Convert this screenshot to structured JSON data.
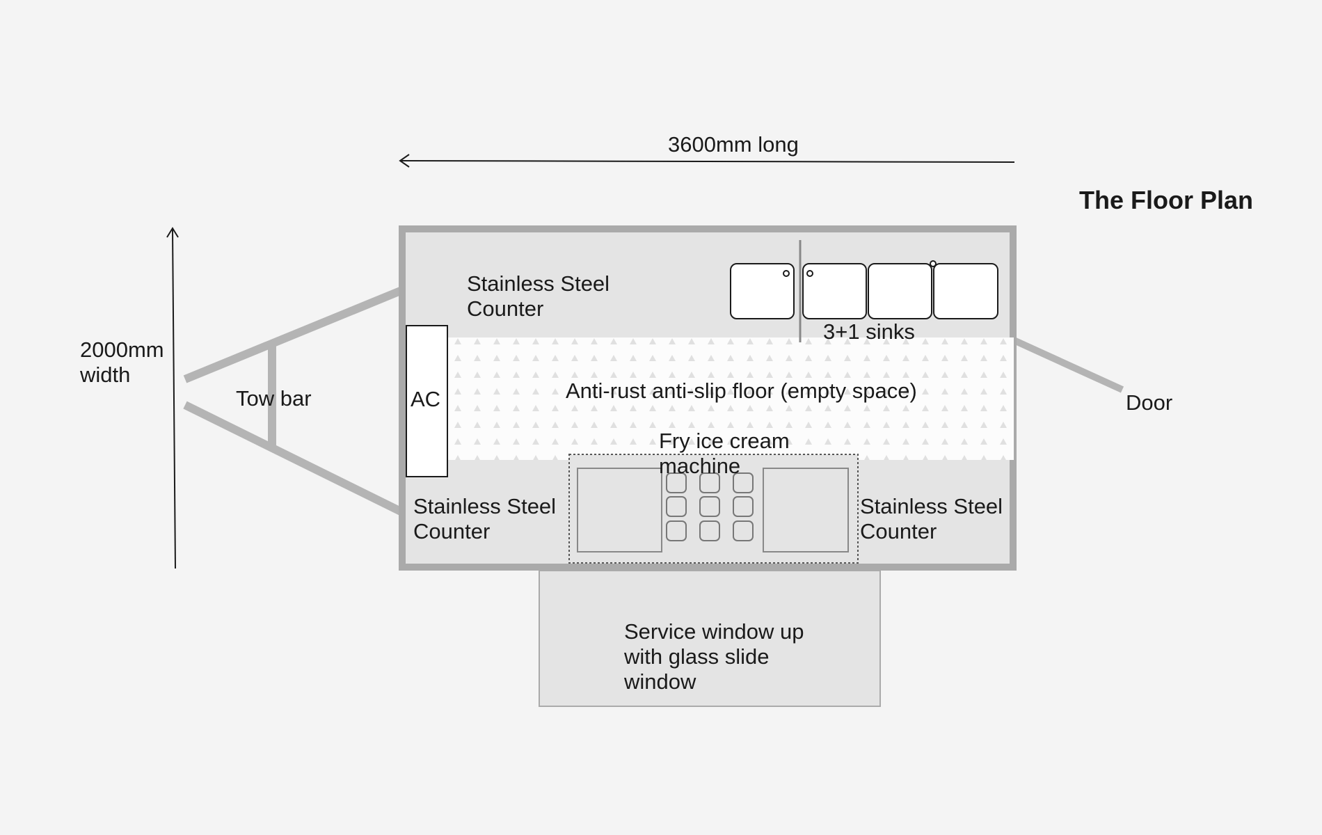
{
  "title": "The Floor Plan",
  "dimensions": {
    "length_label": "3600mm long",
    "width_label": "2000mm\nwidth"
  },
  "tow_bar_label": "Tow bar",
  "door_label": "Door",
  "ac_label": "AC",
  "floor_label": "Anti-rust anti-slip floor (empty space)",
  "top_counter_label": "Stainless Steel\nCounter",
  "sinks_label": "3+1 sinks",
  "bottom_left_counter_label": "Stainless Steel\nCounter",
  "bottom_right_counter_label": "Stainless Steel\nCounter",
  "fryer_label": "Fry ice cream\nmachine",
  "service_window_label": "Service window up\nwith glass slide\nwindow",
  "colors": {
    "background": "#f4f4f4",
    "counter_fill": "#e4e4e4",
    "outline": "#aaaaaa",
    "bar": "#b4b4b4",
    "floor_fill": "#fcfcfc",
    "floor_pattern": "#e0e0e0",
    "line": "#1a1a1a"
  }
}
